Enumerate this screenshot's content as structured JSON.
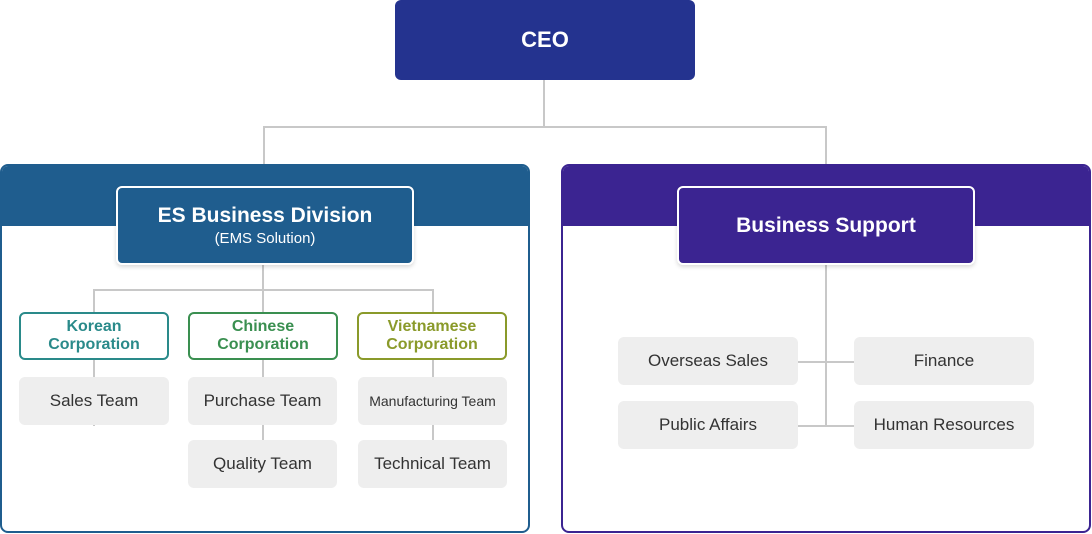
{
  "colors": {
    "ceo": "#24338f",
    "es_division": "#1f5d8e",
    "business_support": "#3b2491",
    "korean": "#2a8a8a",
    "chinese": "#3a8f50",
    "vietnamese": "#8a9a2a",
    "team_bg": "#eeeeee",
    "connector": "#c8c8c8"
  },
  "ceo": {
    "label": "CEO"
  },
  "es_division": {
    "title": "ES Business Division",
    "subtitle": "(EMS Solution)",
    "corporations": [
      {
        "name_line1": "Korean",
        "name_line2": "Corporation",
        "teams": [
          "Sales Team"
        ]
      },
      {
        "name_line1": "Chinese",
        "name_line2": "Corporation",
        "teams": [
          "Purchase Team",
          "Quality Team"
        ]
      },
      {
        "name_line1": "Vietnamese",
        "name_line2": "Corporation",
        "teams": [
          "Manufacturing Team",
          "Technical Team"
        ]
      }
    ]
  },
  "business_support": {
    "title": "Business Support",
    "teams": [
      "Overseas Sales",
      "Finance",
      "Public Affairs",
      "Human Resources"
    ]
  }
}
